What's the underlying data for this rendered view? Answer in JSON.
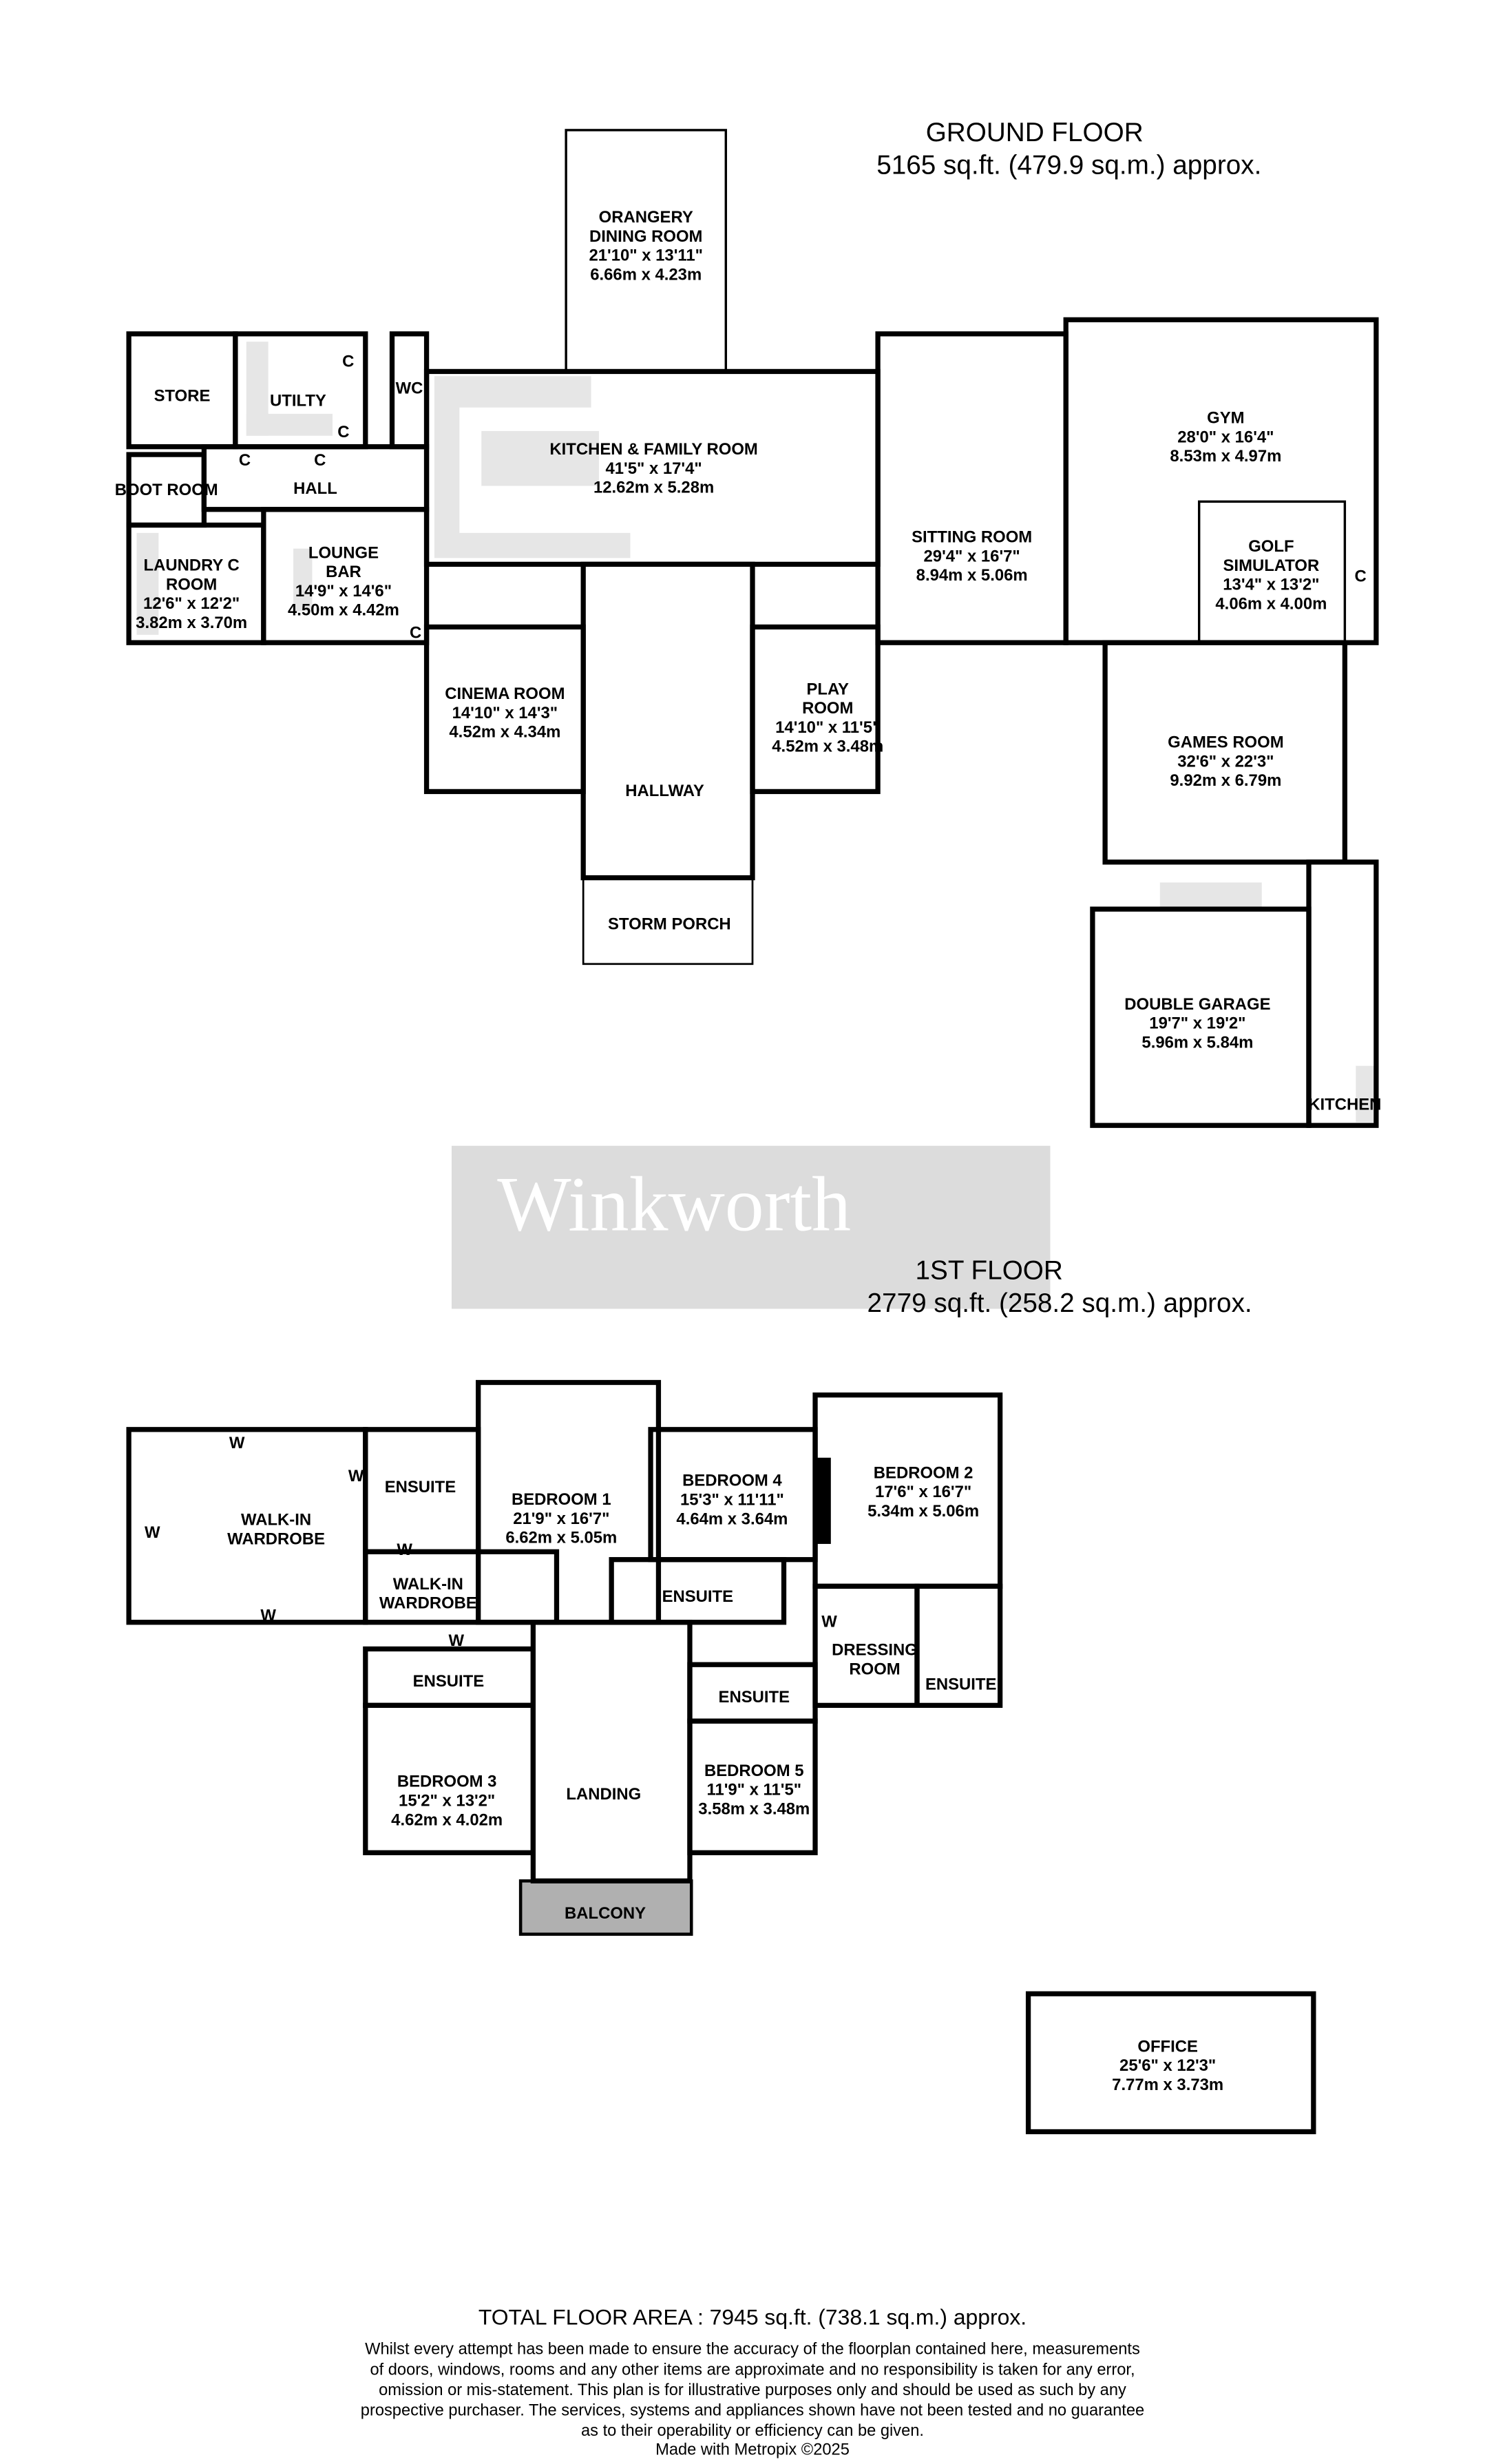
{
  "ground_floor": {
    "title": "GROUND FLOOR",
    "area": "5165 sq.ft. (479.9 sq.m.) approx.",
    "rooms": [
      {
        "lines": [
          "ORANGERY",
          "DINING ROOM",
          "21'10\"  x 13'11\"",
          "6.66m  x 4.23m"
        ]
      },
      {
        "lines": [
          "STORE"
        ]
      },
      {
        "lines": [
          "UTILTY"
        ]
      },
      {
        "lines": [
          "WC"
        ]
      },
      {
        "lines": [
          "KITCHEN & FAMILY ROOM",
          "41'5\"  x 17'4\"",
          "12.62m  x 5.28m"
        ]
      },
      {
        "lines": [
          "BOOT ROOM"
        ]
      },
      {
        "lines": [
          "HALL"
        ]
      },
      {
        "lines": [
          "LAUNDRY C",
          "ROOM",
          "12'6\"  x 12'2\"",
          "3.82m  x 3.70m"
        ]
      },
      {
        "lines": [
          "LOUNGE",
          "BAR",
          "14'9\"  x 14'6\"",
          "4.50m  x 4.42m"
        ]
      },
      {
        "lines": [
          "CINEMA ROOM",
          "14'10\"  x 14'3\"",
          "4.52m  x 4.34m"
        ]
      },
      {
        "lines": [
          "HALLWAY"
        ]
      },
      {
        "lines": [
          "PLAY",
          "ROOM",
          "14'10\"  x 11'5\"",
          "4.52m  x 3.48m"
        ]
      },
      {
        "lines": [
          "STORM PORCH"
        ]
      },
      {
        "lines": [
          "SITTING ROOM",
          "29'4\"  x 16'7\"",
          "8.94m  x 5.06m"
        ]
      },
      {
        "lines": [
          "GYM",
          "28'0\"  x 16'4\"",
          "8.53m  x 4.97m"
        ]
      },
      {
        "lines": [
          "GOLF",
          "SIMULATOR",
          "13'4\"  x 13'2\"",
          "4.06m  x 4.00m"
        ]
      },
      {
        "lines": [
          "GAMES ROOM",
          "32'6\"  x 22'3\"",
          "9.92m  x 6.79m"
        ]
      },
      {
        "lines": [
          "DOUBLE GARAGE",
          "19'7\"  x 19'2\"",
          "5.96m  x 5.84m"
        ]
      },
      {
        "lines": [
          "KITCHEN"
        ]
      }
    ],
    "markers": [
      "C",
      "C",
      "C",
      "C",
      "C",
      "C"
    ]
  },
  "watermark": "Winkworth",
  "first_floor": {
    "title": "1ST FLOOR",
    "area": "2779 sq.ft. (258.2 sq.m.) approx.",
    "rooms": [
      {
        "lines": [
          "WALK-IN",
          "WARDROBE"
        ]
      },
      {
        "lines": [
          "ENSUITE"
        ]
      },
      {
        "lines": [
          "WALK-IN",
          "WARDROBE"
        ]
      },
      {
        "lines": [
          "BEDROOM 1",
          "21'9\"  x 16'7\"",
          "6.62m  x 5.05m"
        ]
      },
      {
        "lines": [
          "BEDROOM 4",
          "15'3\"  x 11'11\"",
          "4.64m  x 3.64m"
        ]
      },
      {
        "lines": [
          "ENSUITE"
        ]
      },
      {
        "lines": [
          "BEDROOM 2",
          "17'6\"  x 16'7\"",
          "5.34m  x 5.06m"
        ]
      },
      {
        "lines": [
          "DRESSING",
          "ROOM"
        ]
      },
      {
        "lines": [
          "ENSUITE"
        ]
      },
      {
        "lines": [
          "ENSUITE"
        ]
      },
      {
        "lines": [
          "BEDROOM 3",
          "15'2\"  x 13'2\"",
          "4.62m  x 4.02m"
        ]
      },
      {
        "lines": [
          "LANDING"
        ]
      },
      {
        "lines": [
          "ENSUITE"
        ]
      },
      {
        "lines": [
          "BEDROOM 5",
          "11'9\"  x 11'5\"",
          "3.58m  x 3.48m"
        ]
      },
      {
        "lines": [
          "BALCONY"
        ]
      },
      {
        "lines": [
          "OFFICE",
          "25'6\"  x 12'3\"",
          "7.77m  x 3.73m"
        ]
      }
    ],
    "markers": [
      "W",
      "W",
      "W",
      "W",
      "W",
      "W",
      "W"
    ]
  },
  "footer": {
    "total": "TOTAL FLOOR AREA : 7945 sq.ft. (738.1 sq.m.) approx.",
    "disclaimer": [
      "Whilst every attempt has been made to ensure the accuracy of the floorplan contained here, measurements",
      "of doors, windows, rooms and any other items are approximate and no responsibility is taken for any error,",
      "omission or mis-statement. This plan is for illustrative purposes only and should be used as such by any",
      "prospective purchaser. The services, systems and appliances shown have not been tested and no guarantee",
      "as to their operability or efficiency can be given."
    ],
    "credit": "Made with Metropix ©2025"
  },
  "colors": {
    "walls": "#000000",
    "fittings": "#e6e6e6",
    "watermark_bg": "#dcdcdc",
    "balcony": "#b0b0b0"
  }
}
